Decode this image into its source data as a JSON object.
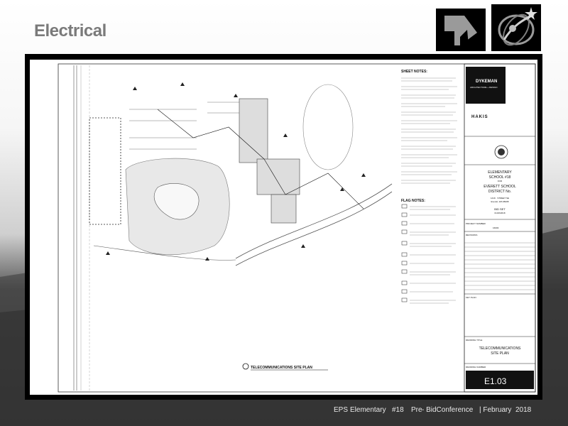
{
  "slide": {
    "title": "Electrical"
  },
  "footer": {
    "org": "EPS",
    "school_name": "Elementary",
    "school_number": "#18",
    "event_prefix": "Pre",
    "event_name": "- BidConference",
    "month": "| February",
    "year": "2018"
  },
  "drawing": {
    "sheet_title": "TELECOMMUNICATIONS SITE PLAN",
    "sheet_notes_heading": "SHEET NOTES:",
    "flag_notes_heading": "FLAG NOTES:",
    "firm_name": "DYKEMAN",
    "firm_sub": "ARCHITECTURE + DESIGN",
    "consultant": "HAKIS",
    "project_title": [
      "ELEMENTARY",
      "SCHOOL #18",
      "FOR",
      "EVERETT SCHOOL",
      "DISTRICT No."
    ],
    "address": [
      "1419 · STREET SE",
      "Everett, WA 98208"
    ],
    "phase": "BID SET",
    "phase_date": "01/26/2018",
    "project_number_label": "PROJECT NUMBER",
    "project_number": "16003",
    "revisions_label": "REVISIONS",
    "key_plan_label": "KEY PLAN",
    "drawing_title_label": "DRAWING TITLE",
    "drawing_title": [
      "TELECOMMUNICATIONS",
      "SITE PLAN"
    ],
    "sheet_number_label": "DRAWING NUMBER",
    "sheet_number": "E1.03"
  }
}
